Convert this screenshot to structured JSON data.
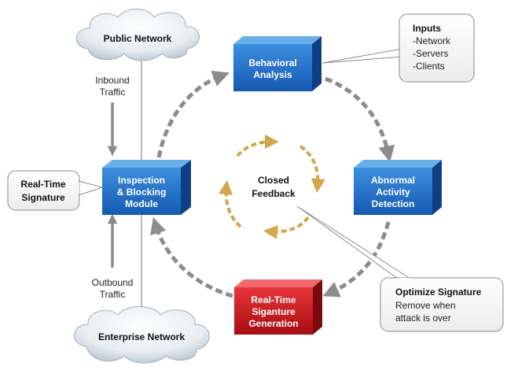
{
  "clouds": {
    "public_network": "Public Network",
    "enterprise_network": "Enterprise Network"
  },
  "flow_labels": {
    "inbound": [
      "Inbound",
      "Traffic"
    ],
    "outbound": [
      "Outbound",
      "Traffic"
    ]
  },
  "modules": {
    "behavioral_analysis": [
      "Behavioral",
      "Analysis"
    ],
    "inspection_blocking": [
      "Inspection",
      "& Blocking",
      "Module"
    ],
    "abnormal_activity": [
      "Abnormal",
      "Activity",
      "Detection"
    ],
    "signature_generation": [
      "Real-Time",
      "Siganture",
      "Generation"
    ]
  },
  "center": [
    "Closed",
    "Feedback"
  ],
  "callouts": {
    "inputs": {
      "title": "Inputs",
      "items": [
        "-Network",
        "-Servers",
        "-Clients"
      ]
    },
    "realtime_signature": [
      "Real-Time",
      "Signature"
    ],
    "optimize": {
      "title": "Optimize Signature",
      "lines": [
        "Remove when",
        "attack is over"
      ]
    }
  },
  "colors": {
    "module_blue": "#1f6fc5",
    "module_red": "#d1151c",
    "cycle_arrows": "#8c8c8c",
    "feedback_arrows": "#d4a54a"
  }
}
